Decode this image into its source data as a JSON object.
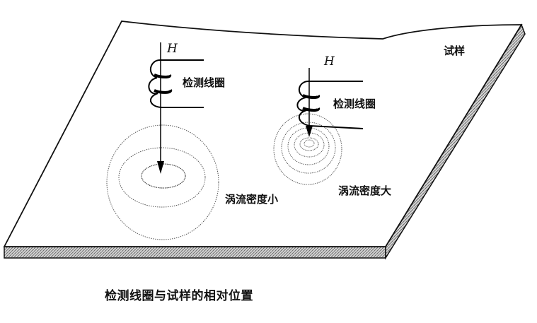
{
  "labels": {
    "specimen": "试样",
    "field_left": "H",
    "field_right": "H",
    "coil_left": "检测线圈",
    "coil_right": "检测线圈",
    "density_low": "涡流密度小",
    "density_high": "涡流密度大"
  },
  "caption": "检测线圈与试样的相对位置"
}
